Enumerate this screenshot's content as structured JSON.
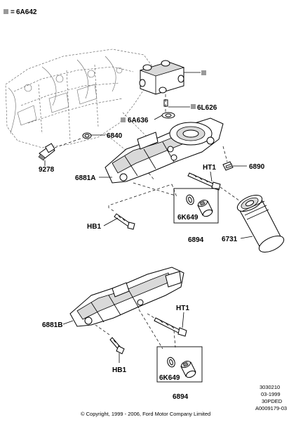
{
  "labels": {
    "header_ref": "6A642",
    "cooler_ref": "6L626",
    "washer_ref": "6A636",
    "gasket_upper": "6840",
    "sensor": "9278",
    "adapter_upper": "6881A",
    "stud_upper": "HT1",
    "plug": "6890",
    "oring_upper": "6K649",
    "bolt_upper": "HB1",
    "valve_upper": "6894",
    "filter": "6731",
    "adapter_lower": "6881B",
    "stud_lower": "HT1",
    "bolt_lower": "HB1",
    "oring_lower": "6K649",
    "valve_lower": "6894"
  },
  "footer": {
    "code1": "3030210",
    "code2": "03-1999",
    "code3": "30PDED",
    "code4": "A0009179-03",
    "copyright": "© Copyright, 1999 - 2006, Ford Motor Company Limited"
  },
  "colors": {
    "line": "#000000",
    "marker": "#999999",
    "shading": "#d9d9d9"
  }
}
